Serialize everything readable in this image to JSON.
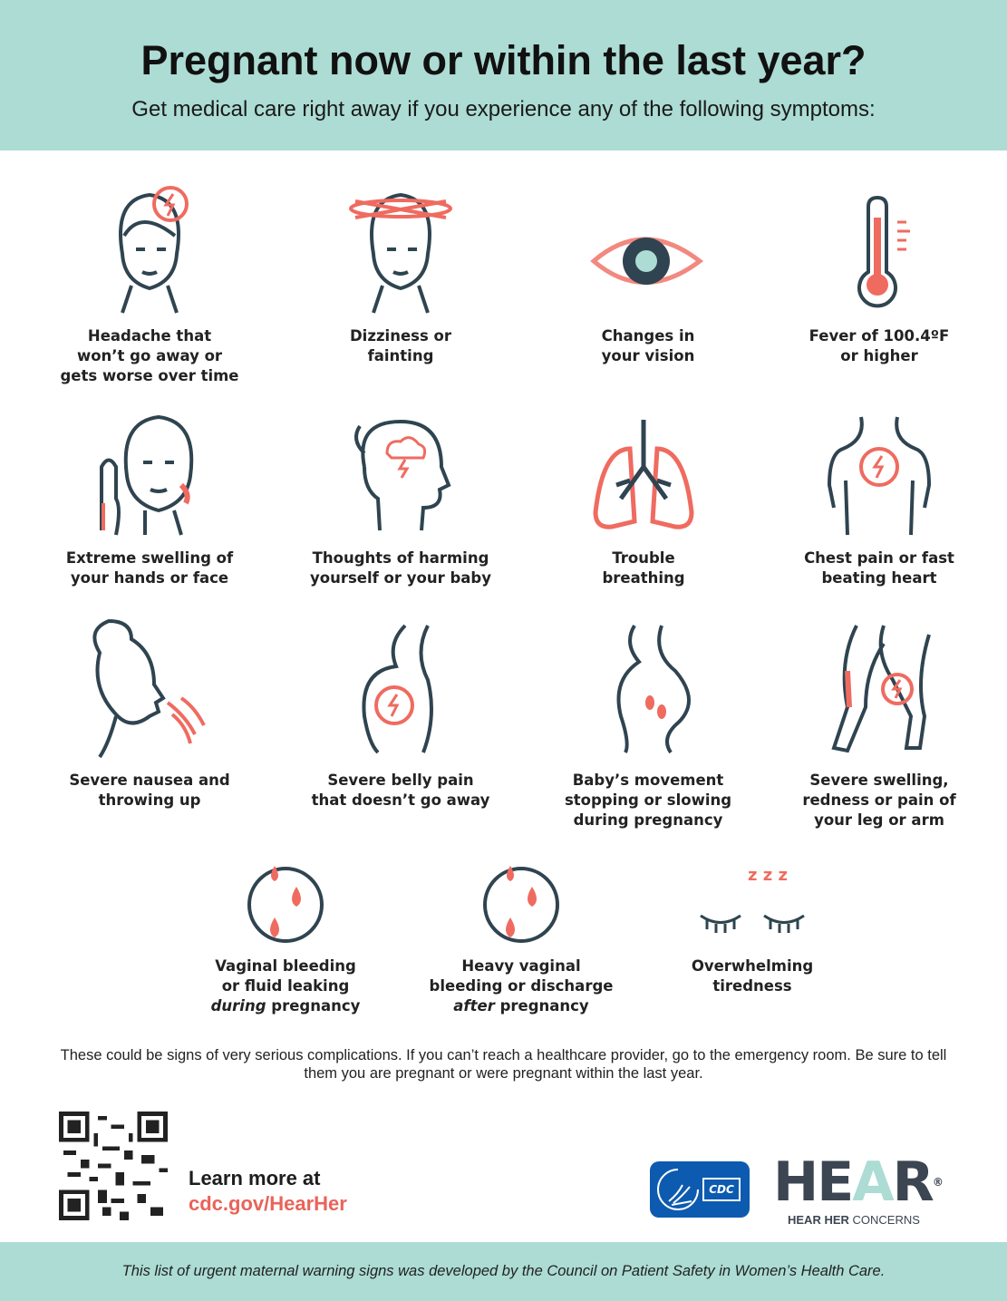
{
  "header": {
    "title": "Pregnant now or within the last year?",
    "subtitle": "Get medical care right away if you experience any of the following symptoms:"
  },
  "symptoms": [
    {
      "icon": "headache-icon",
      "lines": [
        "Headache that",
        "won’t go away or",
        "gets worse over time"
      ]
    },
    {
      "icon": "dizziness-icon",
      "lines": [
        "Dizziness or",
        "fainting"
      ]
    },
    {
      "icon": "vision-icon",
      "lines": [
        "Changes in",
        "your vision"
      ]
    },
    {
      "icon": "thermometer-icon",
      "lines": [
        "Fever of 100.4ºF",
        "or higher"
      ]
    },
    {
      "icon": "swelling-face-icon",
      "lines": [
        "Extreme swelling of",
        "your hands or face"
      ]
    },
    {
      "icon": "harm-thoughts-icon",
      "lines": [
        "Thoughts of harming",
        "yourself or your baby"
      ]
    },
    {
      "icon": "lungs-icon",
      "lines": [
        "Trouble",
        "breathing"
      ]
    },
    {
      "icon": "chest-pain-icon",
      "lines": [
        "Chest pain or fast",
        "beating heart"
      ]
    },
    {
      "icon": "nausea-icon",
      "lines": [
        "Severe nausea and",
        "throwing up"
      ]
    },
    {
      "icon": "belly-pain-icon",
      "lines": [
        "Severe belly pain",
        "that doesn’t go away"
      ]
    },
    {
      "icon": "baby-movement-icon",
      "lines": [
        "Baby’s movement",
        "stopping or slowing",
        "during pregnancy"
      ]
    },
    {
      "icon": "leg-swelling-icon",
      "lines": [
        "Severe swelling,",
        "redness or pain of",
        "your leg or arm"
      ]
    },
    {
      "icon": "bleeding-during-icon",
      "lines": [
        "Vaginal bleeding",
        "or fluid leaking"
      ],
      "em": "during",
      "tail": " pregnancy"
    },
    {
      "icon": "bleeding-after-icon",
      "lines": [
        "Heavy vaginal",
        "bleeding or discharge"
      ],
      "em": "after",
      "tail": " pregnancy"
    },
    {
      "icon": "tiredness-icon",
      "lines": [
        "Overwhelming",
        "tiredness"
      ],
      "zzz": "z z z"
    }
  ],
  "note": "These could be signs of very serious complications. If you can’t reach a healthcare provider, go to the emergency room. Be sure to tell them you are pregnant or were pregnant within the last year.",
  "learn": {
    "prefix": "Learn more at",
    "url": "cdc.gov/HearHer"
  },
  "logos": {
    "cdc": "CDC",
    "hear_1": "HE",
    "hear_2": "A",
    "hear_3": "R",
    "registered": "®",
    "sub_bold": "HEAR HER",
    "sub_rest": " CONCERNS"
  },
  "footer": "This list of urgent maternal warning signs was developed by the Council on Patient Safety in Women’s Health Care.",
  "colors": {
    "teal": "#acdcd4",
    "dark": "#2f4450",
    "coral": "#ef6b60"
  }
}
